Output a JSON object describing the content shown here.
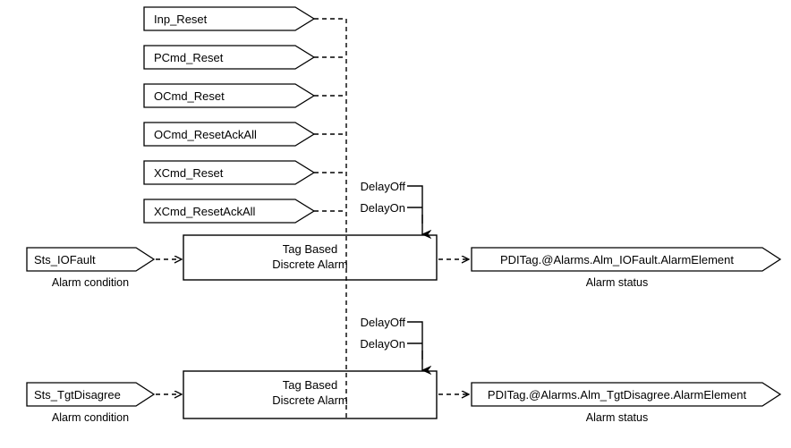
{
  "diagram": {
    "title": "Tag Based Discrete Alarm function block diagram",
    "colors": {
      "stroke": "#000000",
      "background": "#ffffff",
      "text": "#000000"
    },
    "reset_inputs": [
      {
        "label": "Inp_Reset"
      },
      {
        "label": "PCmd_Reset"
      },
      {
        "label": "OCmd_Reset"
      },
      {
        "label": "OCmd_ResetAckAll"
      },
      {
        "label": "XCmd_Reset"
      },
      {
        "label": "XCmd_ResetAckAll"
      }
    ],
    "rows": [
      {
        "condition_tag": "Sts_IOFault",
        "condition_caption": "Alarm condition",
        "block_line1": "Tag Based",
        "block_line2": "Discrete Alarm",
        "delay_off": "DelayOff",
        "delay_on": "DelayOn",
        "status_tag": "PDITag.@Alarms.Alm_IOFault.AlarmElement",
        "status_caption": "Alarm status"
      },
      {
        "condition_tag": "Sts_TgtDisagree",
        "condition_caption": "Alarm condition",
        "block_line1": "Tag Based",
        "block_line2": "Discrete Alarm",
        "delay_off": "DelayOff",
        "delay_on": "DelayOn",
        "status_tag": "PDITag.@Alarms.Alm_TgtDisagree.AlarmElement",
        "status_caption": "Alarm status"
      }
    ]
  }
}
